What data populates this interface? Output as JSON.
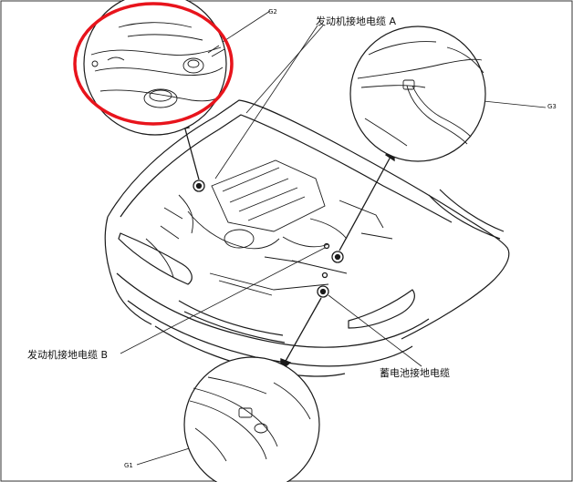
{
  "labels": {
    "ground_cable_a": "发动机接地电缆 A",
    "ground_cable_b": "发动机接地电缆 B",
    "battery_ground_cable": "蓄电池接地电缆",
    "g1": "G1",
    "g2": "G2",
    "g3": "G3"
  },
  "colors": {
    "highlight_ring": "#e8141c",
    "line_art": "#1a1a1a",
    "background": "#ffffff"
  }
}
